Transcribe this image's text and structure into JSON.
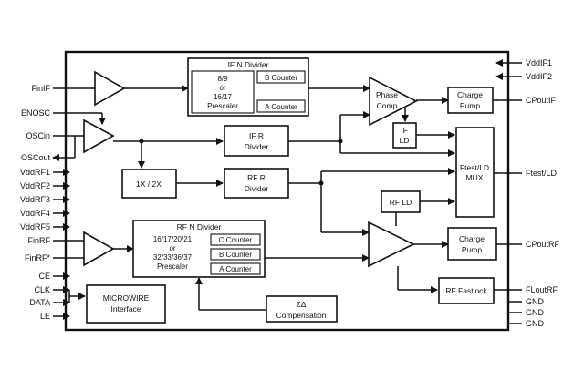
{
  "pins_left": [
    "FinIF",
    "ENOSC",
    "OSCin",
    "OSCout",
    "VddRF1",
    "VddRF2",
    "VddRF3",
    "VddRF4",
    "VddRF5",
    "FinRF",
    "FinRF*",
    "CE",
    "CLK",
    "DATA",
    "LE"
  ],
  "pins_right": [
    "VddIF1",
    "VddIF2",
    "CPoutIF",
    "Ftest/LD",
    "CPoutRF",
    "FLoutRF",
    "GND",
    "GND",
    "GND"
  ],
  "if_n_divider": {
    "title": "IF N Divider",
    "prescaler": [
      "8/9",
      "or",
      "16/17",
      "Prescaler"
    ],
    "b_counter": "B Counter",
    "a_counter": "A Counter"
  },
  "rf_n_divider": {
    "title": "RF N Divider",
    "prescaler": [
      "16/17/20/21",
      "or",
      "32/33/36/37",
      "Prescaler"
    ],
    "c_counter": "C Counter",
    "b_counter": "B Counter",
    "a_counter": "A Counter"
  },
  "blocks": {
    "phase_comp": [
      "Phase",
      "Comp"
    ],
    "charge_pump_if": [
      "Charge",
      "Pump"
    ],
    "if_ld": [
      "IF",
      "LD"
    ],
    "if_r_divider": [
      "IF R",
      "Divider"
    ],
    "rf_r_divider": [
      "RF R",
      "Divider"
    ],
    "multiplier": "1X / 2X",
    "ftest_mux": [
      "Ftest/LD",
      "MUX"
    ],
    "rf_ld": "RF LD",
    "charge_pump_rf": [
      "Charge",
      "Pump"
    ],
    "rf_fastlock": "RF Fastlock",
    "microwire": [
      "MICROWIRE",
      "Interface"
    ],
    "sigma_delta": [
      "ΣΔ",
      "Compensation"
    ]
  }
}
